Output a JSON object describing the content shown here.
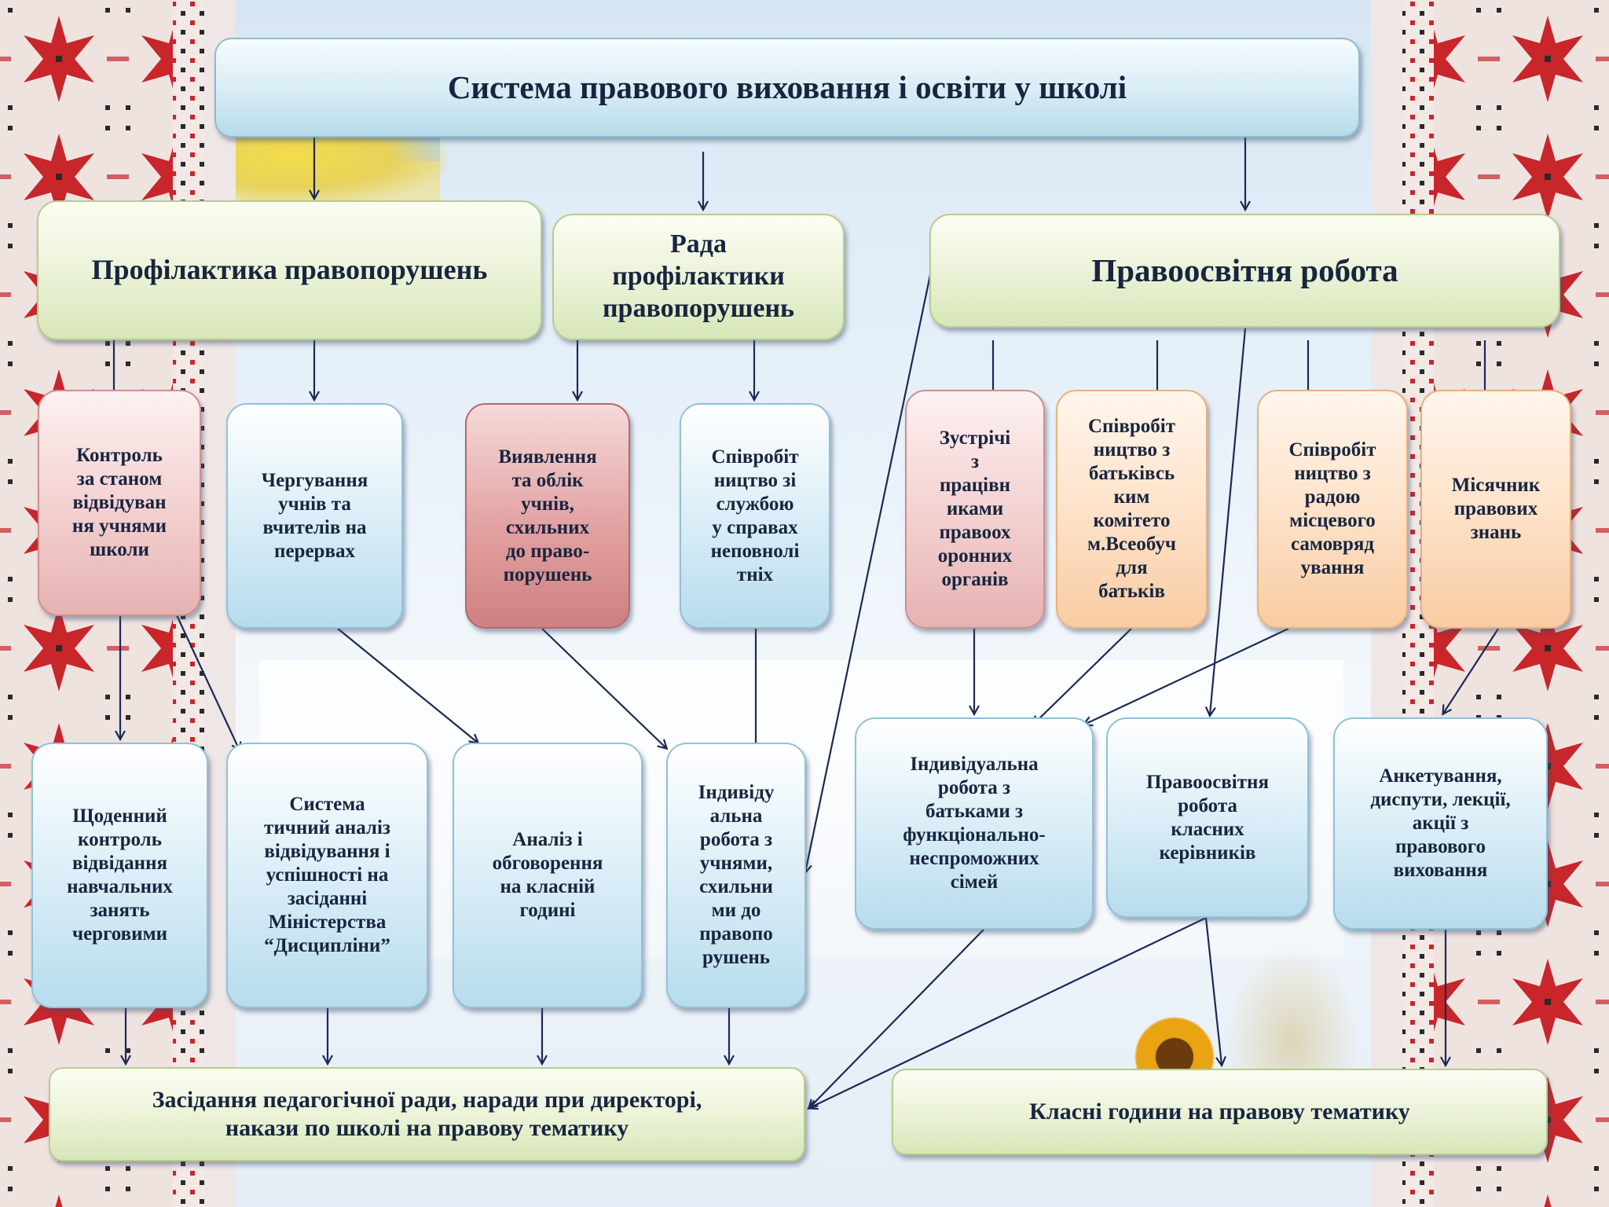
{
  "title": "Система правового виховання і освіти у школі",
  "level1": {
    "prophylaxis": "Профілактика правопорушень",
    "council": [
      "Рада",
      "профілактики",
      "правопорушень"
    ],
    "legal_education": "Правоосвітня робота"
  },
  "level2": {
    "control": [
      "Контроль",
      "за станом",
      "відвідуван",
      "ня учнями",
      "школи"
    ],
    "duty": [
      "Чергування",
      "учнів та",
      "вчителів на",
      "перервах"
    ],
    "detection": [
      "Виявлення",
      "та облік",
      "учнів,",
      "схильних",
      "до право-",
      "порушень"
    ],
    "cooperation_juvenile": [
      "Співробіт",
      "ництво зі",
      "службою",
      "у справах",
      "неповнолі",
      "тніх"
    ],
    "meetings_police": [
      "Зустрічі",
      "з",
      "працівн",
      "иками",
      "правоох",
      "оронних",
      "органів"
    ],
    "cooperation_parents": [
      "Співробіт",
      "ництво з",
      "батьківсь",
      "ким",
      "комітето",
      "м.Всеобуч",
      "для",
      "батьків"
    ],
    "cooperation_council": [
      "Співробіт",
      "ництво з",
      "радою",
      "місцевого",
      "самовряд",
      "ування"
    ],
    "month_knowledge": [
      "Місячник",
      "правових",
      "знань"
    ]
  },
  "level3": {
    "daily_control": [
      "Щоденний",
      "контроль",
      "відвідання",
      "навчальних",
      "занять",
      "черговими"
    ],
    "systematic_analysis": [
      "Система",
      "тичний аналіз",
      "відвідування і",
      "успішності на",
      "засіданні",
      "Міністерства",
      "“Дисципліни”"
    ],
    "class_analysis": [
      "Аналіз і",
      "обговорення",
      "на класній",
      "годині"
    ],
    "individual_students": [
      "Індивіду",
      "альна",
      "робота з",
      "учнями,",
      "схильни",
      "ми до",
      "правопо",
      "рушень"
    ],
    "individual_families": [
      "Індивідуальна",
      "робота з",
      "батьками з",
      "функціонально-",
      "неспроможних",
      "сімей"
    ],
    "class_teachers": [
      "Правоосвітня",
      "робота",
      "класних",
      "керівників"
    ],
    "surveys": [
      "Анкетування,",
      "диспути, лекції,",
      "акції з",
      "правового",
      "виховання"
    ]
  },
  "bottom": {
    "council_meetings": [
      "Засідання педагогічної ради, наради при директорі,",
      "накази по школі на правову тематику"
    ],
    "class_hours": "Класні години на правову тематику"
  },
  "colors": {
    "arrow": "#1b2a57",
    "text": "#18253f",
    "embroidery_red": "#c8262b",
    "embroidery_black": "#2a2a2a"
  }
}
